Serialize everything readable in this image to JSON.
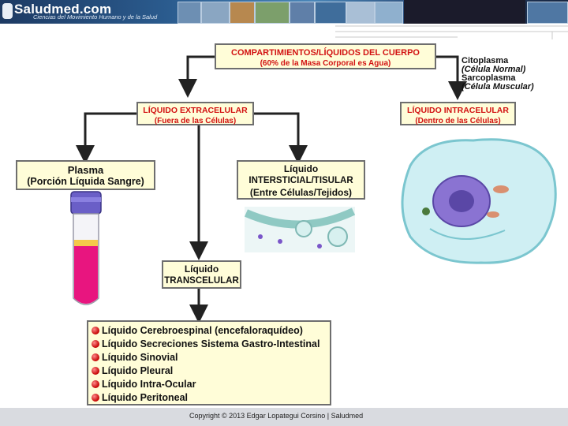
{
  "header": {
    "logo_text": "Saludmed.com",
    "logo_subtitle": "Ciencias del Movimiento Humano y de la Salud"
  },
  "diagram": {
    "top": {
      "line1": "COMPARTIMIENTOS/LÍQUIDOS DEL CUERPO",
      "line2": "(60% de la Masa Corporal es Agua)"
    },
    "extracellular": {
      "line1": "LÍQUIDO EXTRACELULAR",
      "line2": "(Fuera de las Células)"
    },
    "intracellular": {
      "line1": "LÍQUIDO INTRACELULAR",
      "line2": "(Dentro de las Células)"
    },
    "cytoplasm": {
      "line1": "Citoplasma",
      "line2": "(Célula Normal)",
      "line3": "Sarcoplasma",
      "line4": "(Célula Muscular)"
    },
    "plasma": {
      "line1": "Plasma",
      "line2": "(Porción Líquida Sangre)"
    },
    "interstitial": {
      "line1": "Líquido",
      "line2": "INTERSTICIAL/TISULAR",
      "line3": "(Entre Células/Tejidos)"
    },
    "transcellular": {
      "line1": "Líquido",
      "line2": "TRANSCELULAR"
    },
    "list": [
      "Líquido Cerebroespinal (encefaloraquídeo)",
      "Líquido Secreciones Sistema Gastro-Intestinal",
      "Líquido Sinovial",
      "Líquido Pleural",
      "Líquido Intra-Ocular",
      "Líquido Peritoneal"
    ]
  },
  "footer": {
    "copyright": "Copyright © 2013 Edgar Lopategui Corsino | Saludmed"
  },
  "colors": {
    "box_fill": "#fffdd8",
    "title_red": "#d21212",
    "arrow": "#222222",
    "tube_liquid": "#e8157f"
  }
}
